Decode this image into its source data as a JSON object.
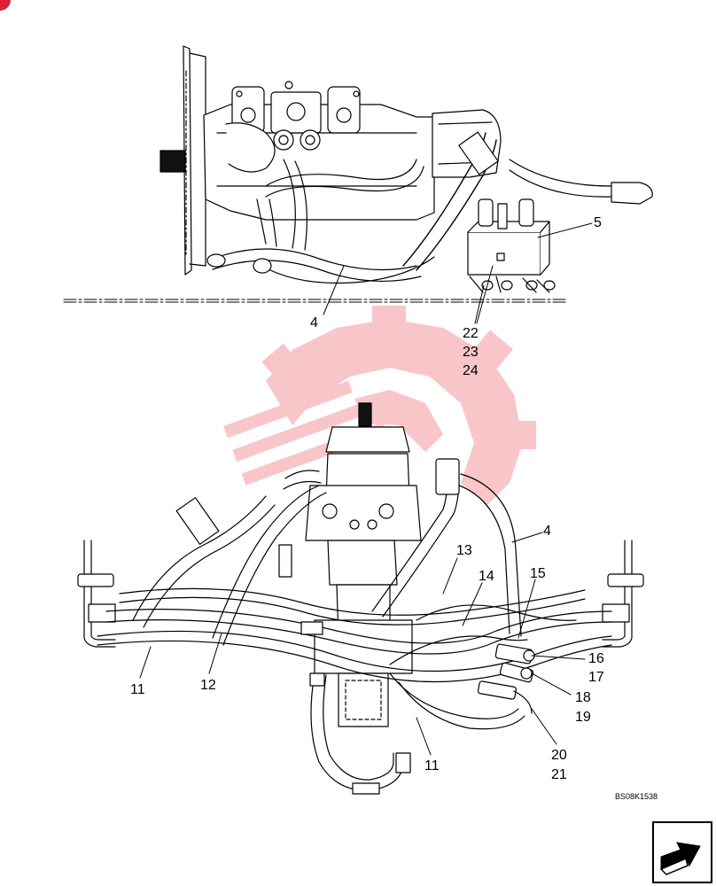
{
  "callouts": {
    "c4_top": "4",
    "c5": "5",
    "c22": "22",
    "c23": "23",
    "c24": "24",
    "c4_bottom": "4",
    "c13": "13",
    "c14": "14",
    "c15": "15",
    "c16": "16",
    "c17": "17",
    "c18": "18",
    "c19": "19",
    "c20": "20",
    "c21": "21",
    "c11_left": "11",
    "c12": "12",
    "c11_bottom": "11"
  },
  "drawing_id": "BS08K1538",
  "icons": {
    "next_page": "arrow-next-icon",
    "watermark": "gear-logo-watermark",
    "badge": "corner-badge"
  },
  "colors": {
    "line": "#000000",
    "watermark": "#e8313d",
    "badge": "#d9233a"
  }
}
